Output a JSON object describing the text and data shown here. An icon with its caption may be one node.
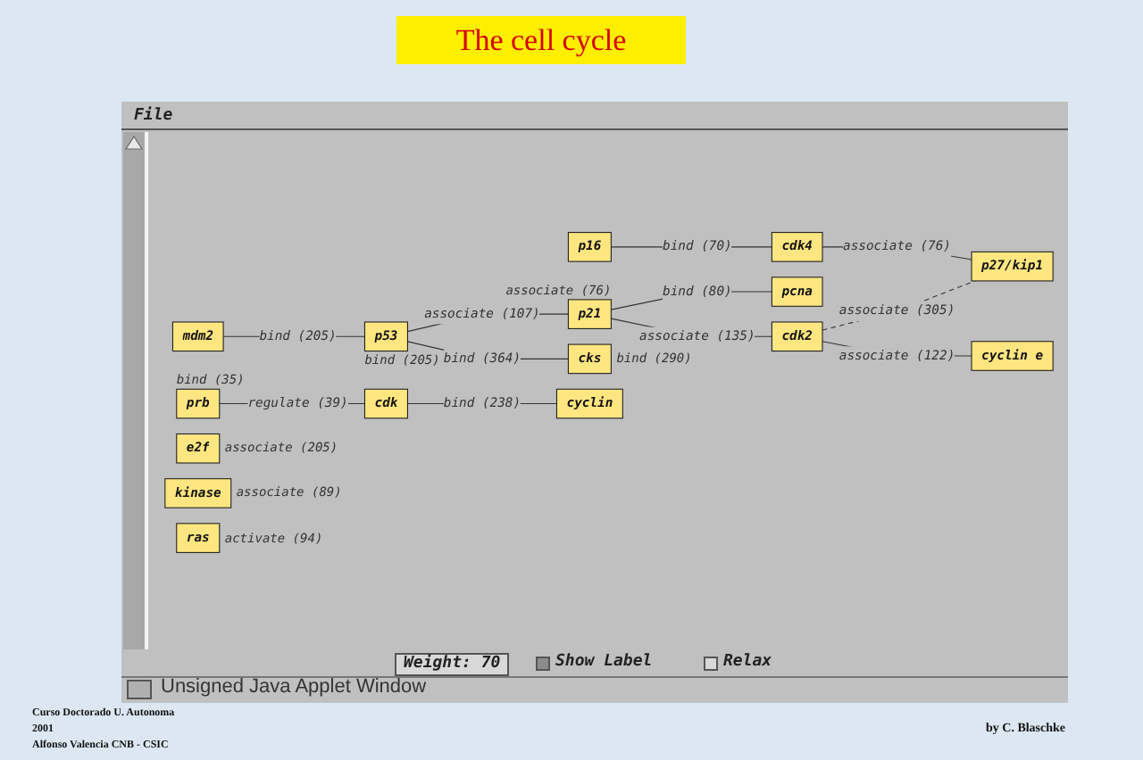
{
  "diagram": {
    "title": "The cell cycle",
    "nodes": [
      {
        "text": [
          "mdm2"
        ]
      },
      {
        "text": [
          "prb"
        ]
      },
      {
        "text": [
          "e2f"
        ]
      },
      {
        "text": [
          "p53"
        ]
      },
      {
        "text": [
          "p16"
        ]
      },
      {
        "text": [
          "cdk"
        ]
      },
      {
        "text": [
          "pcna"
        ]
      },
      {
        "text": [
          "cks"
        ]
      },
      {
        "text": [
          "cdk4"
        ]
      },
      {
        "text": [
          "p21"
        ]
      },
      {
        "text": [
          "cyclin"
        ]
      },
      {
        "text": [
          "kinase"
        ]
      },
      {
        "text": [
          "cdk2"
        ]
      },
      {
        "text": [
          "p27/kip1"
        ]
      },
      {
        "text": [
          "cyclin e"
        ]
      },
      {
        "text": [
          "ras"
        ]
      }
    ],
    "edges": [
      {
        "from": 0,
        "to": 3,
        "arrow": "none",
        "label": "bind (205)"
      },
      {
        "from": 3,
        "to": 9,
        "arrow": "none",
        "label": "associate (107)"
      },
      {
        "from": 3,
        "to": 7,
        "arrow": "none",
        "label": "bind (364)"
      },
      {
        "from": 1,
        "to": 5,
        "arrow": "none",
        "label": "regulate (39)"
      },
      {
        "from": 4,
        "to": 8,
        "arrow": "none",
        "label": "bind (70)"
      },
      {
        "from": 9,
        "to": 6,
        "arrow": "none",
        "label": "bind (80)"
      },
      {
        "from": 5,
        "to": 10,
        "arrow": "none",
        "label": "bind (238)"
      },
      {
        "from": 8,
        "to": 13,
        "arrow": "none",
        "label": "associate (76)"
      },
      {
        "from": 9,
        "to": 12,
        "arrow": "none",
        "label": "associate (135)"
      },
      {
        "from": 12,
        "to": 13,
        "arrow": "none",
        "label": "associate (305)",
        "style": "dashed"
      },
      {
        "from": 12,
        "to": 14,
        "arrow": "none",
        "label": "associate (122)"
      }
    ],
    "labels": [
      "File",
      "associate (205)",
      "bind (205)",
      "bind (35)",
      "associate (76)",
      "bind (290)",
      "associate (89)",
      "activate (94)",
      "Weight: 70",
      "Show Label",
      "Relax",
      "Unsigned Java Applet Window",
      "Curso Doctorado U. Autonoma",
      "2001",
      "Alfonso Valencia CNB - CSIC",
      "by C. Blaschke"
    ]
  }
}
